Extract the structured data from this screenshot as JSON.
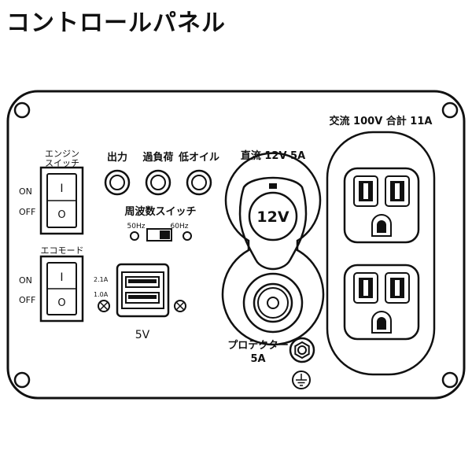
{
  "title": "コントロールパネル",
  "engine_switch": {
    "label_line1": "エンジン",
    "label_line2": "スイッチ",
    "on": "ON",
    "off": "OFF",
    "top_mark": "I",
    "bottom_mark": "O"
  },
  "eco_mode": {
    "label": "エコモード",
    "on": "ON",
    "off": "OFF",
    "top_mark": "I",
    "bottom_mark": "O"
  },
  "indicators": {
    "output": "出力",
    "overload": "過負荷",
    "low_oil": "低オイル"
  },
  "frequency_switch": {
    "label": "周波数スイッチ",
    "left": "50Hz",
    "right": "60Hz"
  },
  "usb": {
    "port_a": "2.1A",
    "port_b": "1.0A",
    "voltage": "5V"
  },
  "dc_outlet": {
    "label": "直流 12V 5A",
    "socket": "12V"
  },
  "protector": {
    "line1": "プロテクター",
    "line2": "5A"
  },
  "ac_outlet": {
    "label": "交流 100V 合計 11A"
  }
}
